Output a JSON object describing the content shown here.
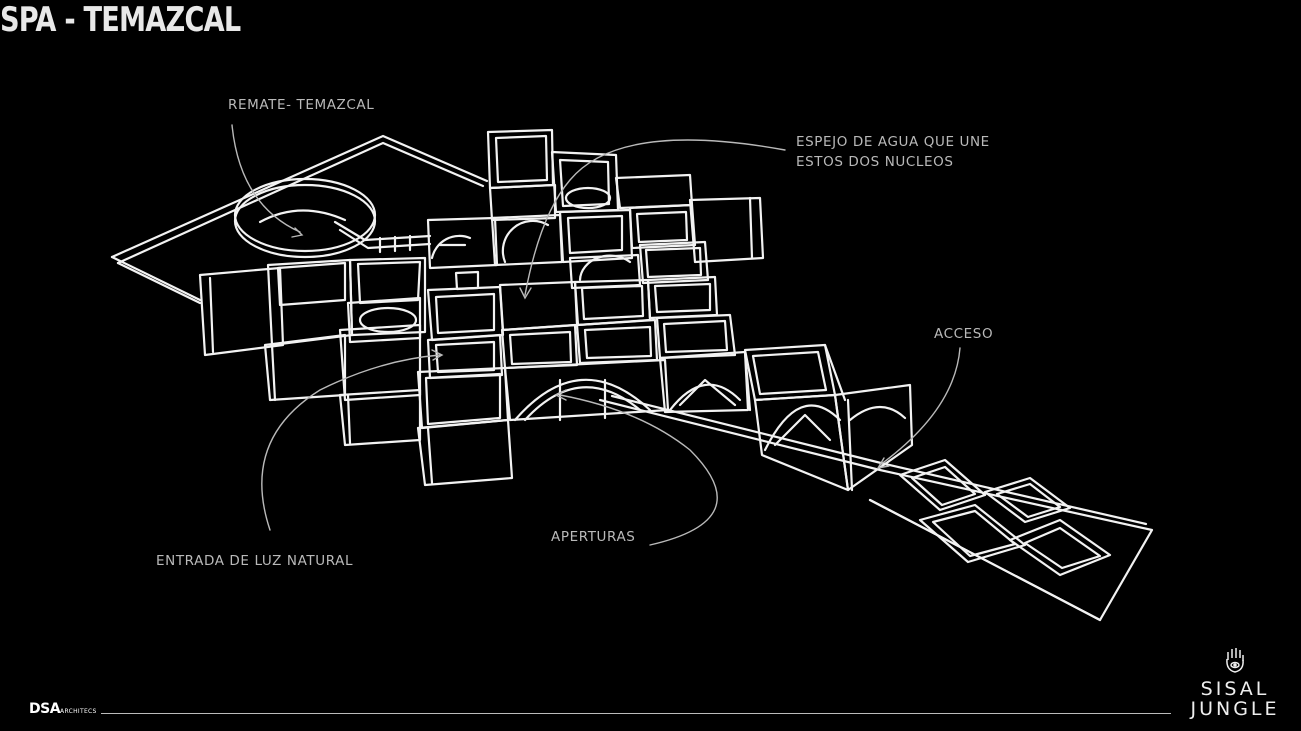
{
  "title": "SPA - TEMAZCAL",
  "annotations": {
    "remate": "REMATE- TEMAZCAL",
    "espejo_line1": "ESPEJO DE AGUA QUE UNE",
    "espejo_line2": "ESTOS DOS NUCLEOS",
    "acceso": "ACCESO",
    "aperturas": "APERTURAS",
    "entrada_luz": "ENTRADA DE LUZ NATURAL"
  },
  "footer": {
    "brand_bold": "DSA",
    "brand_small": "ARCHITECS"
  },
  "logo": {
    "line1": "SISAL",
    "line2": "JUNGLE",
    "icon": "hamsa-hand-icon"
  },
  "colors": {
    "background": "#000000",
    "sketch": "#f2f2f2",
    "annotation": "#b9b9b9"
  }
}
